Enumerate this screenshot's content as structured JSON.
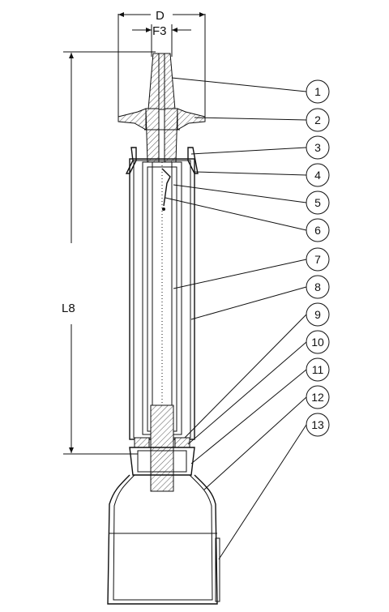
{
  "dimensions": {
    "d_label": "D",
    "f3_label": "F3",
    "l8_label": "L8"
  },
  "callouts": [
    "1",
    "2",
    "3",
    "4",
    "5",
    "6",
    "7",
    "8",
    "9",
    "10",
    "11",
    "12",
    "13"
  ]
}
